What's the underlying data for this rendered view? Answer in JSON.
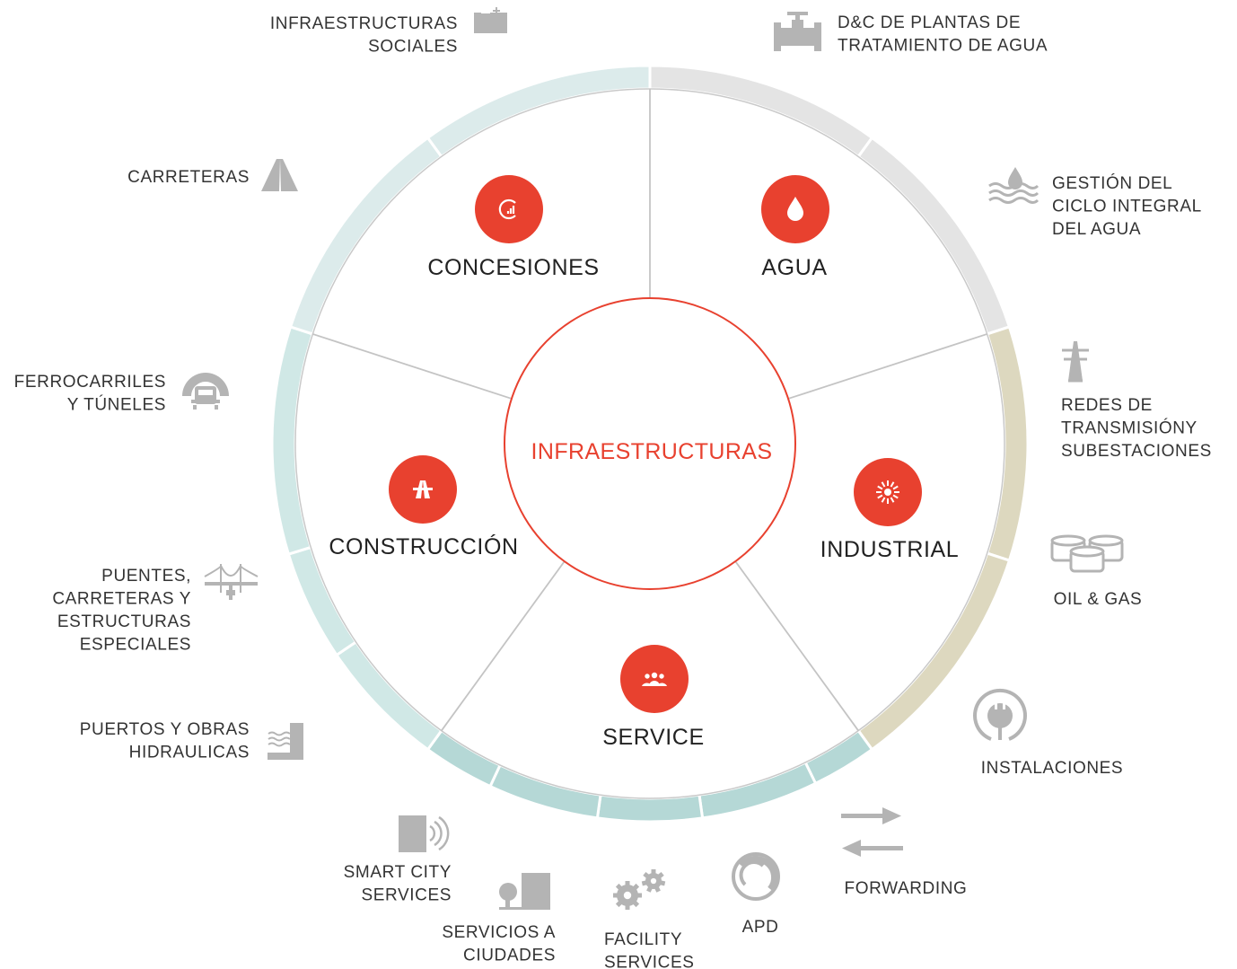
{
  "center": {
    "label": "INFRAESTRUCTURAS",
    "color": "#e8412f"
  },
  "accent_color": "#e8412f",
  "icon_gray": "#b4b4b4",
  "segments": [
    {
      "key": "concesiones",
      "label": "CONCESIONES",
      "icon": "concessions-chart-icon"
    },
    {
      "key": "agua",
      "label": "AGUA",
      "icon": "water-drop-icon"
    },
    {
      "key": "industrial",
      "label": "INDUSTRIAL",
      "icon": "turbine-icon"
    },
    {
      "key": "service",
      "label": "SERVICE",
      "icon": "people-group-icon"
    },
    {
      "key": "construccion",
      "label": "CONSTRUCCIÓN",
      "icon": "highway-icon"
    }
  ],
  "ring_colors": {
    "concesiones": "#dcebeb",
    "agua": "#e4e4e4",
    "industrial": "#ddd8bf",
    "construccion": "#d0e8e6",
    "service": "#b5d8d6"
  },
  "items": [
    {
      "key": "infra_sociales",
      "lines": [
        "INFRAESTRUCTURAS",
        "SOCIALES"
      ],
      "icon": "building-plus-icon"
    },
    {
      "key": "carreteras",
      "lines": [
        "CARRETERAS"
      ],
      "icon": "road-icon"
    },
    {
      "key": "ferrocarriles",
      "lines": [
        "FERROCARRILES",
        "Y TÚNELES"
      ],
      "icon": "tunnel-train-icon"
    },
    {
      "key": "puentes",
      "lines": [
        "PUENTES,",
        "CARRETERAS Y",
        "ESTRUCTURAS",
        "ESPECIALES"
      ],
      "icon": "bridge-icon"
    },
    {
      "key": "puertos",
      "lines": [
        "PUERTOS Y OBRAS",
        "HIDRAULICAS"
      ],
      "icon": "port-waves-icon"
    },
    {
      "key": "smart_city",
      "lines": [
        "SMART CITY",
        "SERVICES"
      ],
      "icon": "smart-signal-icon"
    },
    {
      "key": "servicios_ciudades",
      "lines": [
        "SERVICIOS A",
        "CIUDADES"
      ],
      "icon": "city-tree-icon"
    },
    {
      "key": "facility",
      "lines": [
        "FACILITY",
        "SERVICES"
      ],
      "icon": "gears-icon"
    },
    {
      "key": "apd",
      "lines": [
        "APD"
      ],
      "icon": "apd-swirl-icon"
    },
    {
      "key": "forwarding",
      "lines": [
        "FORWARDING"
      ],
      "icon": "arrows-exchange-icon"
    },
    {
      "key": "instalaciones",
      "lines": [
        "INSTALACIONES"
      ],
      "icon": "plug-icon"
    },
    {
      "key": "oil_gas",
      "lines": [
        "OIL & GAS"
      ],
      "icon": "tanks-icon"
    },
    {
      "key": "redes",
      "lines": [
        "REDES DE",
        "TRANSMISIÓNY",
        "SUBESTACIONES"
      ],
      "icon": "power-tower-icon"
    },
    {
      "key": "gestion_agua",
      "lines": [
        "GESTIÓN DEL",
        "CICLO INTEGRAL",
        "DEL AGUA"
      ],
      "icon": "water-cycle-icon"
    },
    {
      "key": "dc_plantas",
      "lines": [
        "D&C DE PLANTAS DE",
        "TRATAMIENTO DE AGUA"
      ],
      "icon": "valve-pipe-icon"
    }
  ]
}
